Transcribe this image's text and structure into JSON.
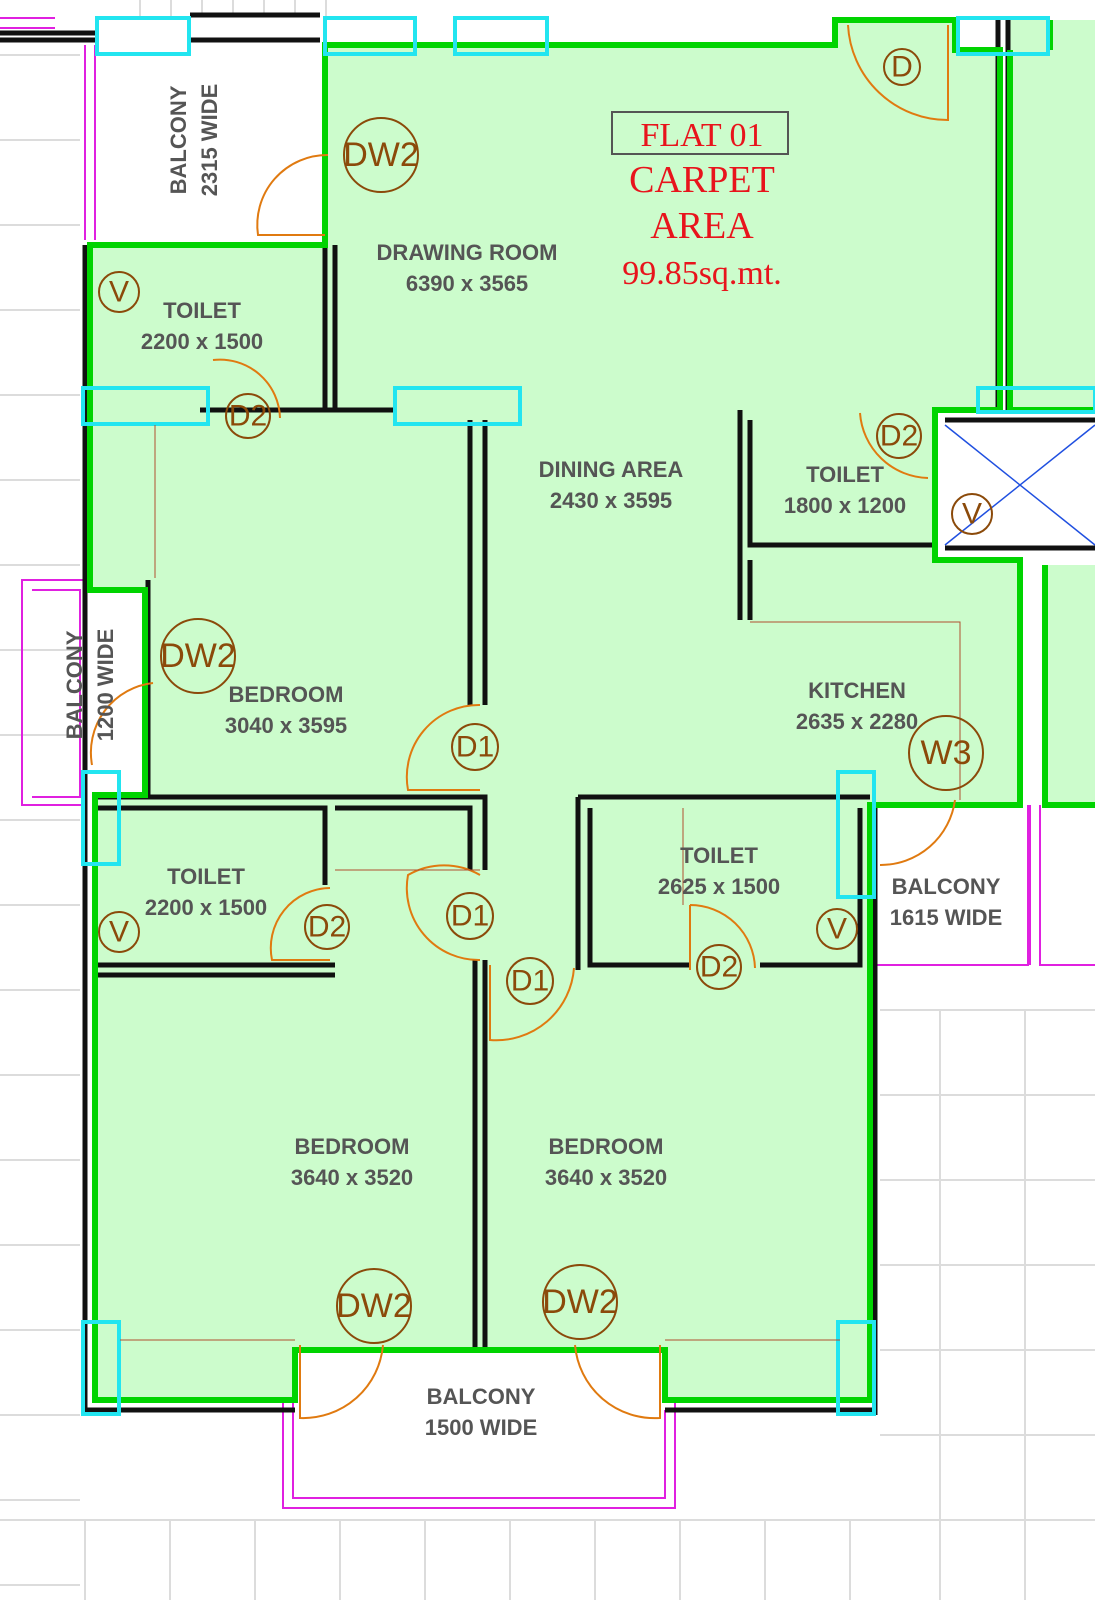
{
  "flat": {
    "title": "FLAT 01",
    "line2": "CARPET",
    "line3": "AREA",
    "area": "99.85sq.mt."
  },
  "rooms": [
    {
      "name": "DRAWING ROOM",
      "size": "6390 x 3565"
    },
    {
      "name": "TOILET",
      "size": "2200 x 1500"
    },
    {
      "name": "DINING AREA",
      "size": "2430 x 3595"
    },
    {
      "name": "TOILET",
      "size": "1800 x 1200"
    },
    {
      "name": "BEDROOM",
      "size": "3040 x 3595"
    },
    {
      "name": "KITCHEN",
      "size": "2635 x 2280"
    },
    {
      "name": "TOILET",
      "size": "2200 x 1500"
    },
    {
      "name": "TOILET",
      "size": "2625 x 1500"
    },
    {
      "name": "BALCONY",
      "size": "1615 WIDE"
    },
    {
      "name": "BEDROOM",
      "size": "3640 x 3520"
    },
    {
      "name": "BEDROOM",
      "size": "3640 x 3520"
    },
    {
      "name": "BALCONY",
      "size": "1500 WIDE"
    },
    {
      "name": "BALCONY",
      "size": "2315 WIDE"
    },
    {
      "name": "BALCONY",
      "size": "1200 WIDE"
    }
  ],
  "tags": [
    "D",
    "DW2",
    "V",
    "D2",
    "D2",
    "V",
    "DW2",
    "D1",
    "W3",
    "V",
    "D2",
    "D1",
    "D1",
    "D2",
    "V",
    "DW2",
    "DW2"
  ],
  "colors": {
    "carpet_fill": "#ccfccc",
    "carpet_outline": "#00d400",
    "wall": "#111111",
    "window": "#22e5f0",
    "balcony_rail": "#e020e0",
    "door": "#e07a10",
    "text_red": "#e8141c"
  }
}
